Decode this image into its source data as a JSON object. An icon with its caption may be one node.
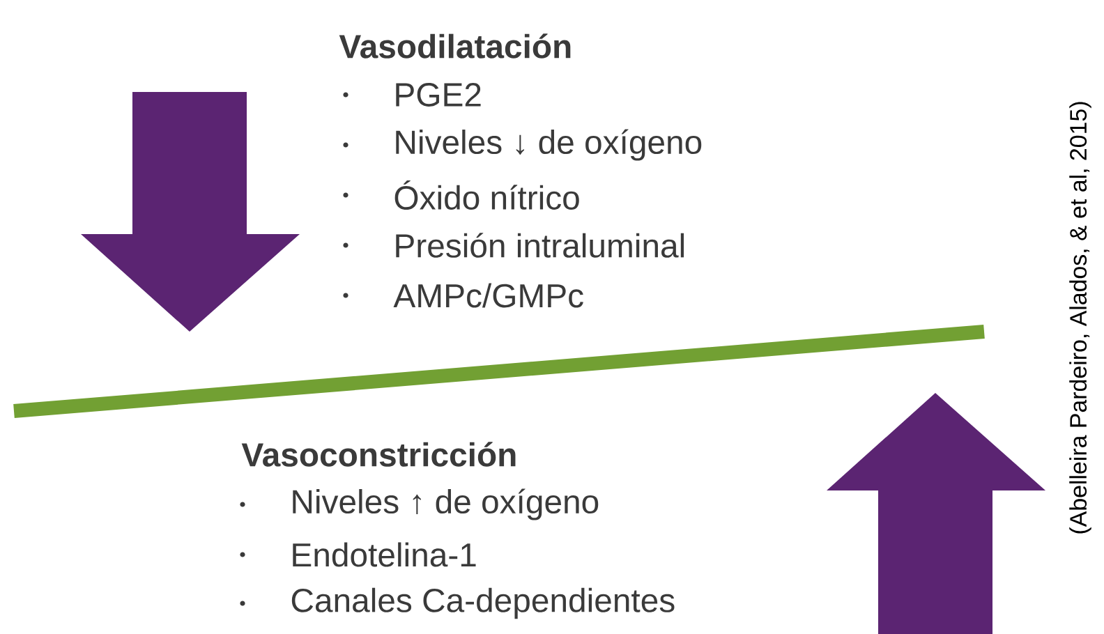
{
  "diagram": {
    "caption": "(Abelleira Pardeiro, Alados, & et al, 2015)",
    "labels": [
      "Vasodilatación",
      "PGE2",
      "Niveles ↓ de oxígeno",
      "Óxido nítrico",
      "Presión intraluminal",
      "AMPc/GMPc",
      "Vasoconstricción",
      "Niveles ↑ de oxígeno",
      "Endotelina-1",
      "Canales Ca-dependientes"
    ]
  }
}
